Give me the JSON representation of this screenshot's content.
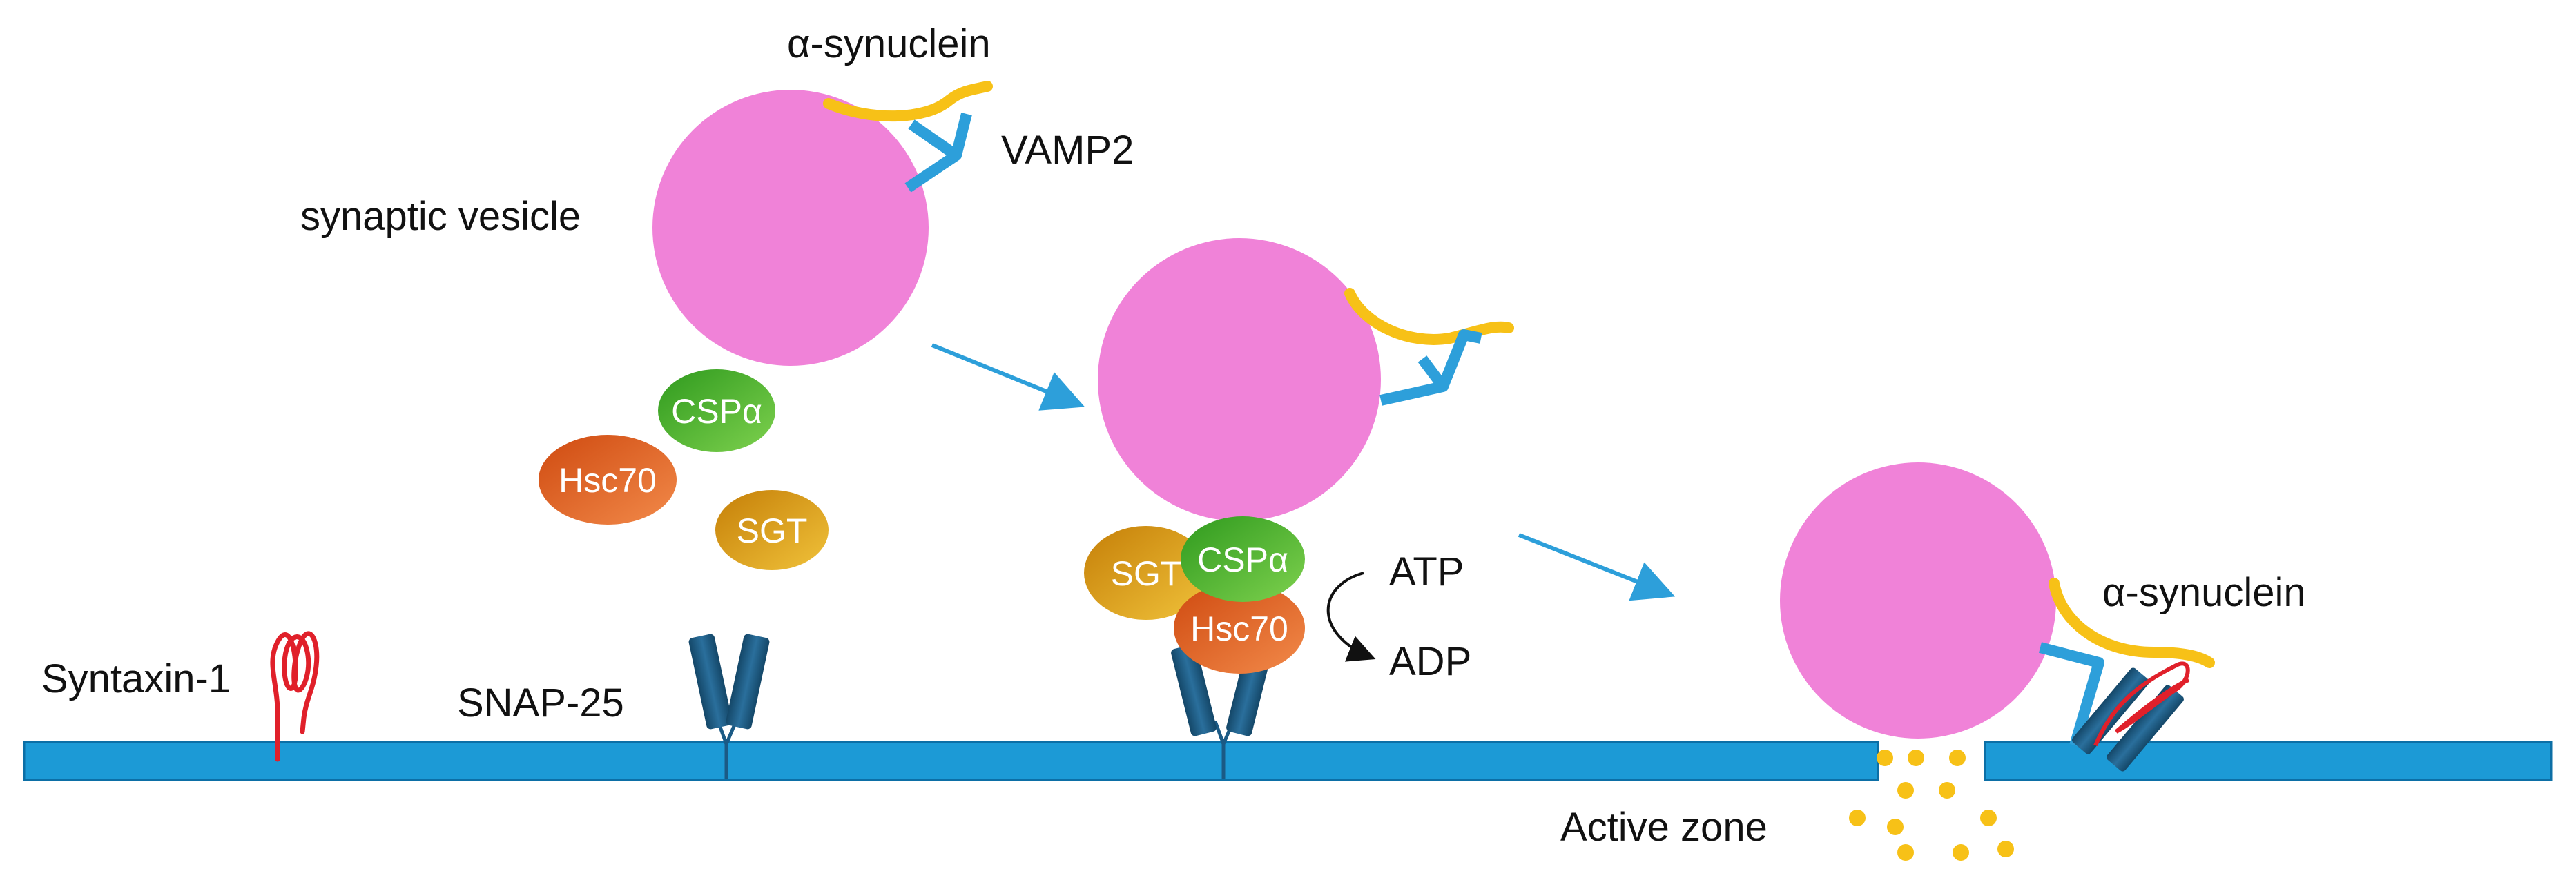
{
  "labels": {
    "alpha_synuclein_top": "α-synuclein",
    "vamp2": "VAMP2",
    "synaptic_vesicle": "synaptic vesicle",
    "syntaxin1": "Syntaxin-1",
    "snap25": "SNAP-25",
    "atp": "ATP",
    "adp": "ADP",
    "alpha_synuclein_right": "α-synuclein",
    "active_zone": "Active zone"
  },
  "proteins": {
    "csp_alpha": "CSPα",
    "hsc70": "Hsc70",
    "sgt": "SGT"
  },
  "colors": {
    "membrane": "#1c9ad6",
    "vesicle": "#f082d8",
    "alpha_synuclein": "#f7c117",
    "vamp2": "#2d9fda",
    "snap25": "#1b5a85",
    "syntaxin": "#e0202a",
    "csp_alpha": "#3fae2a",
    "hsc70": "#e0601a",
    "sgt": "#d9960e",
    "arrow": "#2d9fda",
    "neurotransmitter": "#f7c117"
  }
}
